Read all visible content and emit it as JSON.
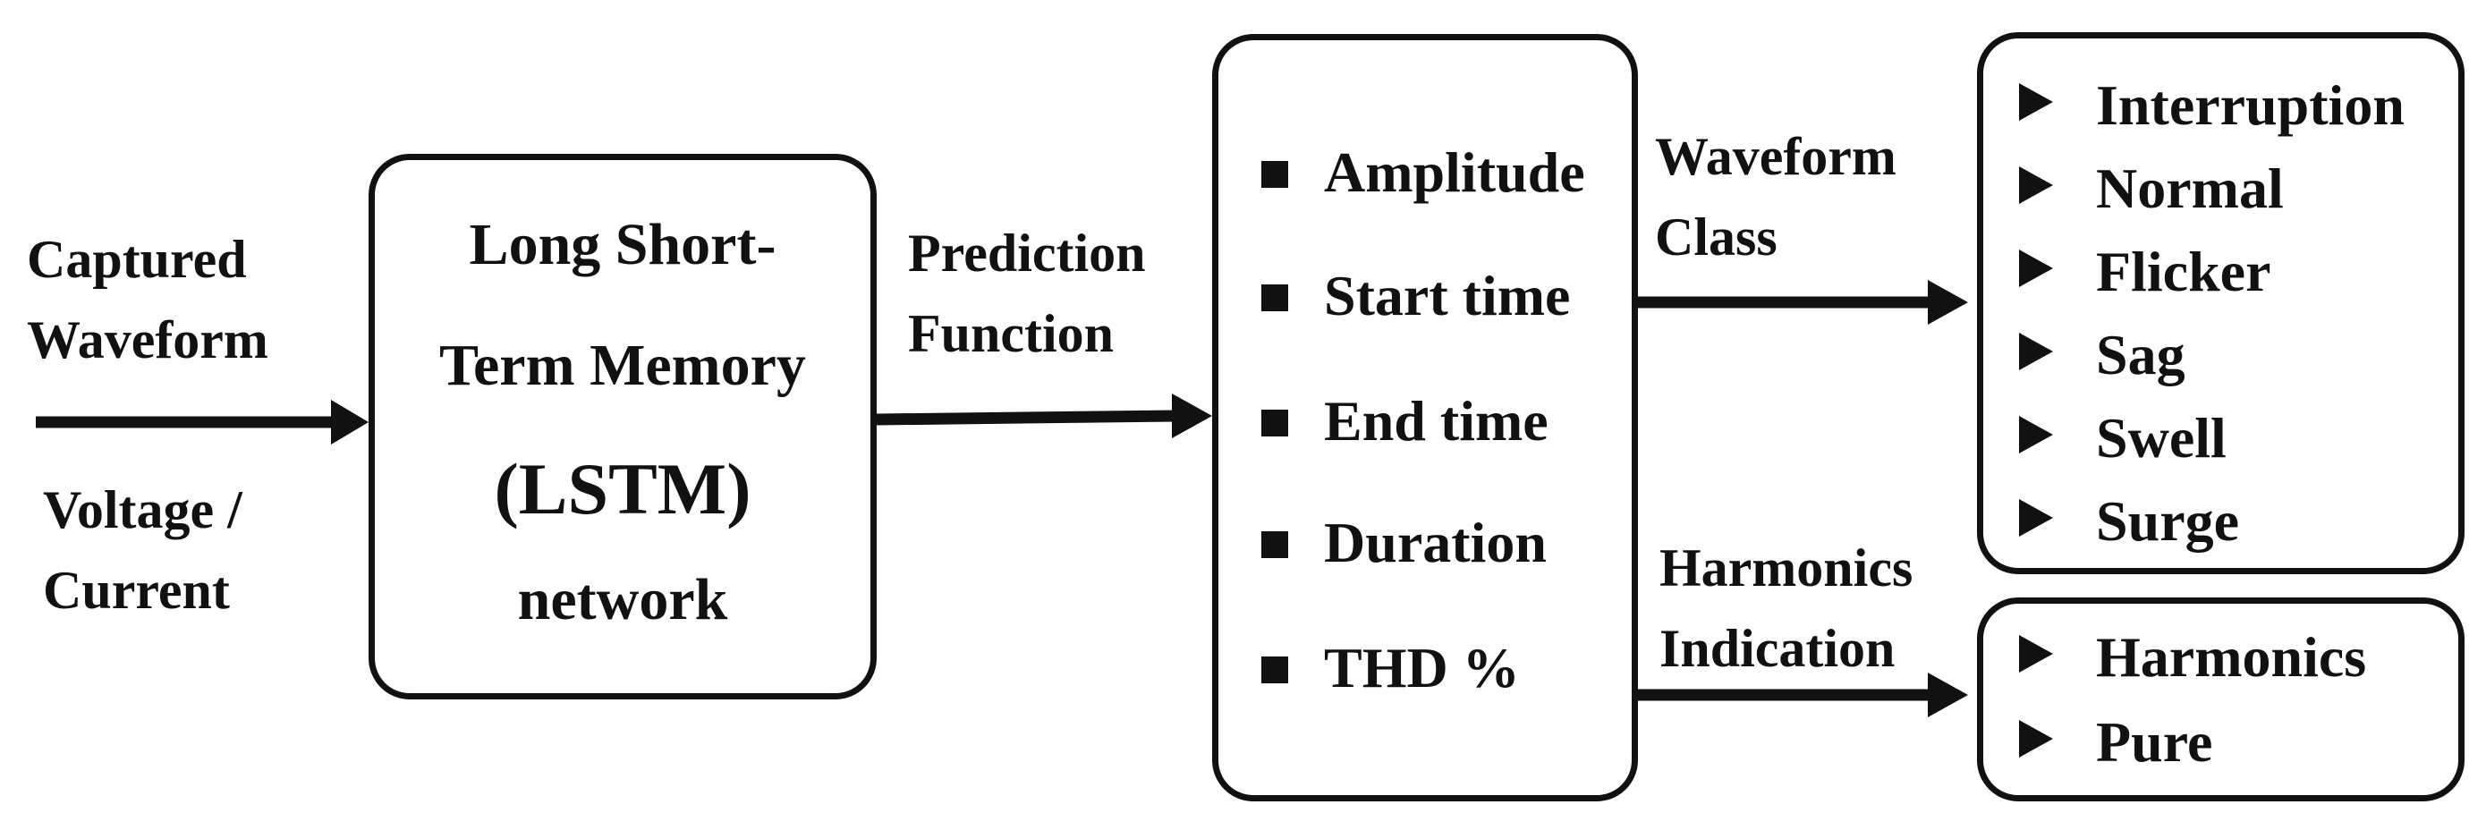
{
  "input": {
    "line1": "Captured",
    "line2": "Waveform",
    "line3": "Voltage /",
    "line4": "Current"
  },
  "lstm": {
    "line1": "Long Short-",
    "line2": "Term Memory",
    "line3": "(LSTM)",
    "line4": "network"
  },
  "prediction": {
    "line1": "Prediction",
    "line2": "Function"
  },
  "features": [
    "Amplitude",
    "Start time",
    "End time",
    "Duration",
    "THD %"
  ],
  "waveform_class": {
    "line1": "Waveform",
    "line2": "Class"
  },
  "harmonics_indication": {
    "line1": "Harmonics",
    "line2": "Indication"
  },
  "classes": [
    "Interruption",
    "Normal",
    "Flicker",
    "Sag",
    "Swell",
    "Surge"
  ],
  "harmonics": [
    "Harmonics",
    "Pure"
  ]
}
